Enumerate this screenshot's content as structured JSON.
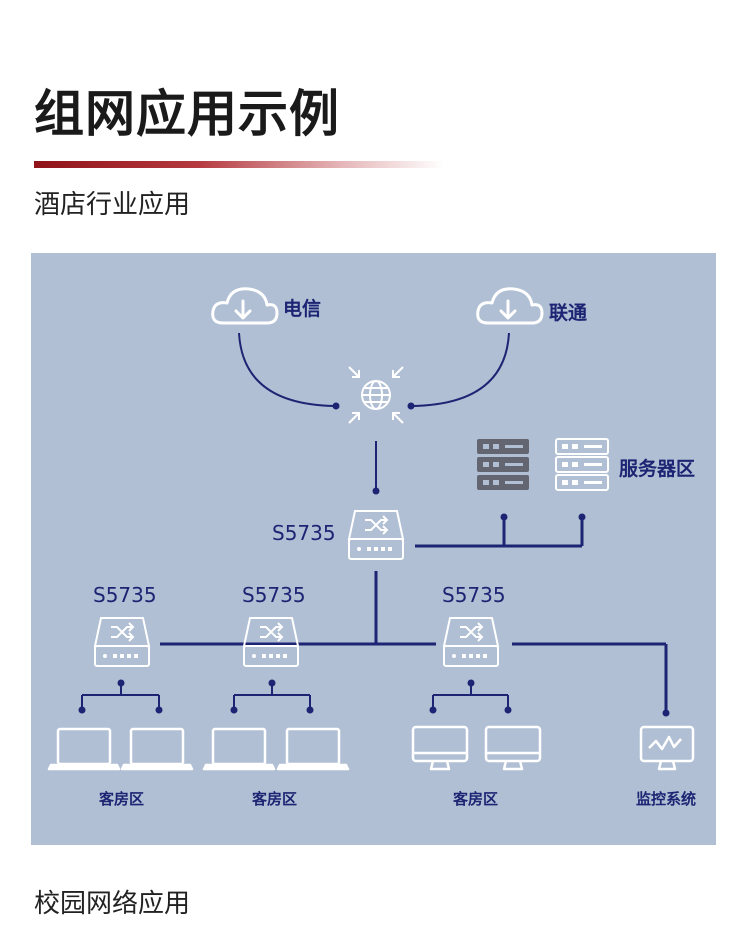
{
  "page": {
    "title": "组网应用示例",
    "section1": "酒店行业应用",
    "section2": "校园网络应用"
  },
  "diagram": {
    "carriers": [
      "电信",
      "联通"
    ],
    "core_switch_model": "S5735",
    "access_switch_models": [
      "S5735",
      "S5735",
      "S5735"
    ],
    "server_zone": "服务器区",
    "zones": [
      "客房区",
      "客房区",
      "客房区",
      "监控系统"
    ],
    "icons": {
      "cloud": "cloud-download-icon",
      "internet": "globe-icon",
      "switch": "switch-icon",
      "server": "server-icon",
      "laptop": "laptop-icon",
      "desktop": "monitor-icon",
      "surveillance": "surveillance-monitor-icon"
    },
    "colors": {
      "background": "#b0bfd4",
      "line": "#1d2473",
      "icon": "#ffffff",
      "server_dark": "#636670"
    }
  }
}
